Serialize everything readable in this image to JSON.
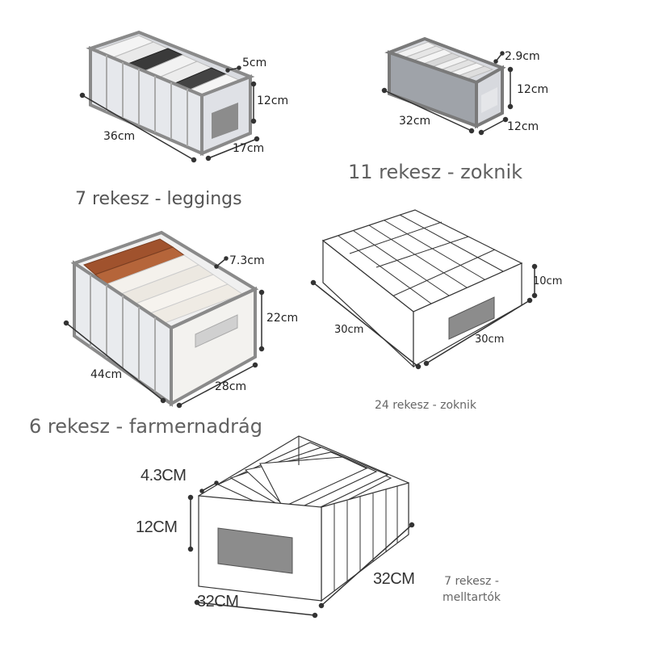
{
  "products": [
    {
      "caption": "7 rekesz - leggings",
      "dims": {
        "width": "5cm",
        "height": "12cm",
        "length": "36cm",
        "depth": "17cm"
      }
    },
    {
      "caption": "11 rekesz - zoknik",
      "dims": {
        "width": "2.9cm",
        "height": "12cm",
        "length": "32cm",
        "depth": "12cm"
      }
    },
    {
      "caption": "6 rekesz - farmernadrág",
      "dims": {
        "width": "7.3cm",
        "height": "22cm",
        "length": "44cm",
        "depth": "28cm"
      }
    },
    {
      "caption": "24 rekesz - zoknik",
      "dims": {
        "height": "10cm",
        "length": "30cm",
        "depth": "30cm"
      }
    },
    {
      "caption_line1": "7 rekesz -",
      "caption_line2": "melltartók",
      "dims": {
        "width": "4.3CM",
        "height": "12CM",
        "length": "32CM",
        "depth": "32CM"
      }
    }
  ],
  "colors": {
    "frame": "#8a8a8a",
    "mesh": "#e4e6ea",
    "fabric": "#f3f3f1",
    "trim": "#6c6c6c",
    "window": "#8c8c8c",
    "brown": "#a0522d"
  }
}
